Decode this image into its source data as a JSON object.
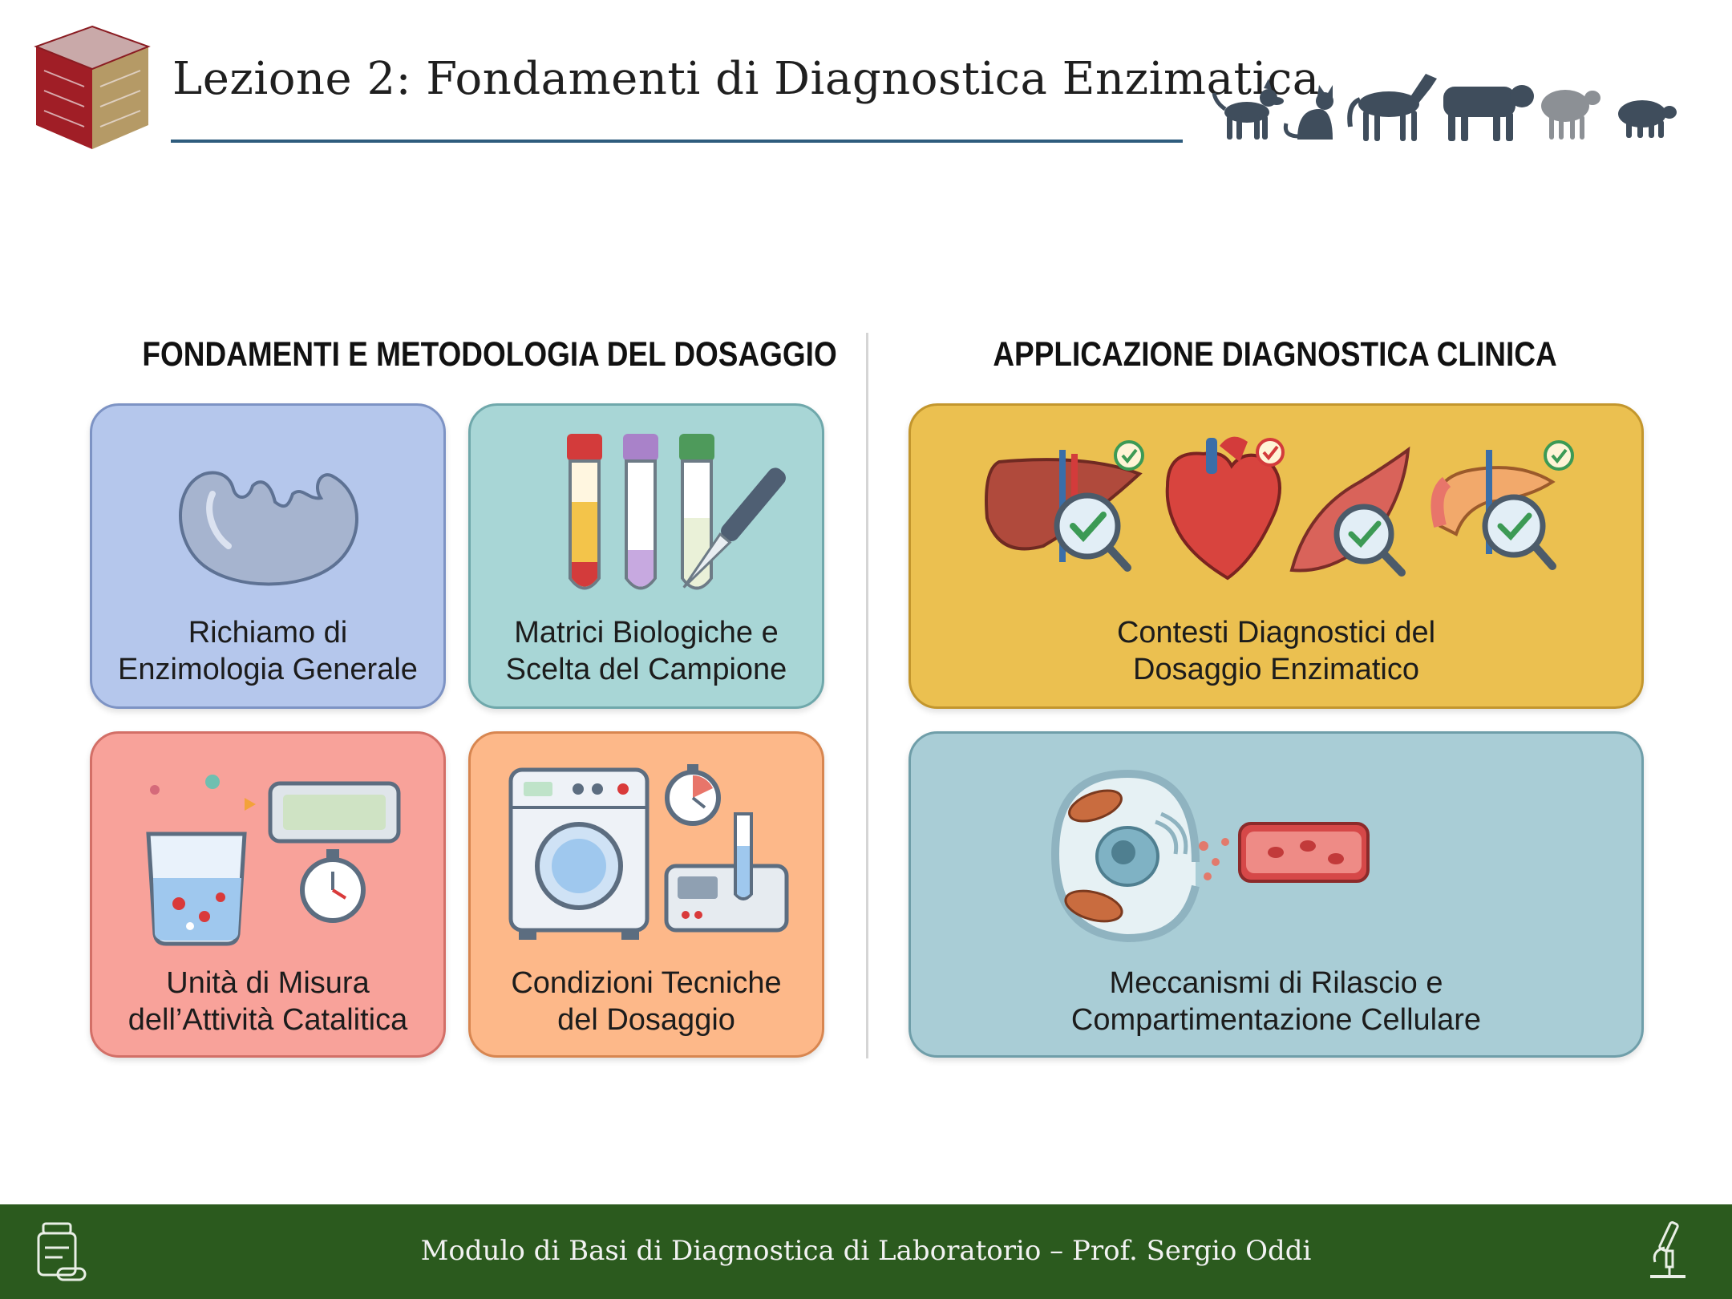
{
  "header": {
    "title": "Lezione 2: Fondamenti di Diagnostica Enzimatica",
    "logo_icon": "university-cube-logo",
    "animal_icons": [
      "dog-icon",
      "cat-icon",
      "horse-icon",
      "cow-icon",
      "sheep-icon",
      "pig-icon"
    ]
  },
  "columns": {
    "left_heading": "FONDAMENTI E METODOLOGIA DEL DOSAGGIO",
    "right_heading": "APPLICAZIONE DIAGNOSTICA CLINICA"
  },
  "cards": {
    "enzymology": {
      "line1": "Richiamo di",
      "line2": "Enzimologia Generale",
      "icon": "enzyme-icon",
      "color": "#b5c7ec"
    },
    "matrices": {
      "line1": "Matrici Biologiche e",
      "line2": "Scelta del Campione",
      "icon": "sample-tubes-icon",
      "color": "#a8d6d6"
    },
    "units": {
      "line1": "Unità di Misura",
      "line2": "dell’Attività Catalitica",
      "icon": "beaker-timer-icon",
      "color": "#f8a29a"
    },
    "conditions": {
      "line1": "Condizioni Tecniche",
      "line2": "del Dosaggio",
      "icon": "lab-instrument-icon",
      "color": "#fdb889"
    },
    "contexts": {
      "line1": "Contesti Diagnostici del",
      "line2": "Dosaggio Enzimatico",
      "icon": "organs-magnifier-icon",
      "color": "#ebc050"
    },
    "mechanisms": {
      "line1": "Meccanismi di Rilascio e",
      "line2": "Compartimentazione Cellulare",
      "icon": "cell-release-icon",
      "color": "#a9cdd6"
    }
  },
  "footer": {
    "text": "Modulo di Basi di Diagnostica di Laboratorio – Prof. Sergio Oddi",
    "left_icon": "medicine-bottle-icon",
    "right_icon": "microscope-icon"
  }
}
